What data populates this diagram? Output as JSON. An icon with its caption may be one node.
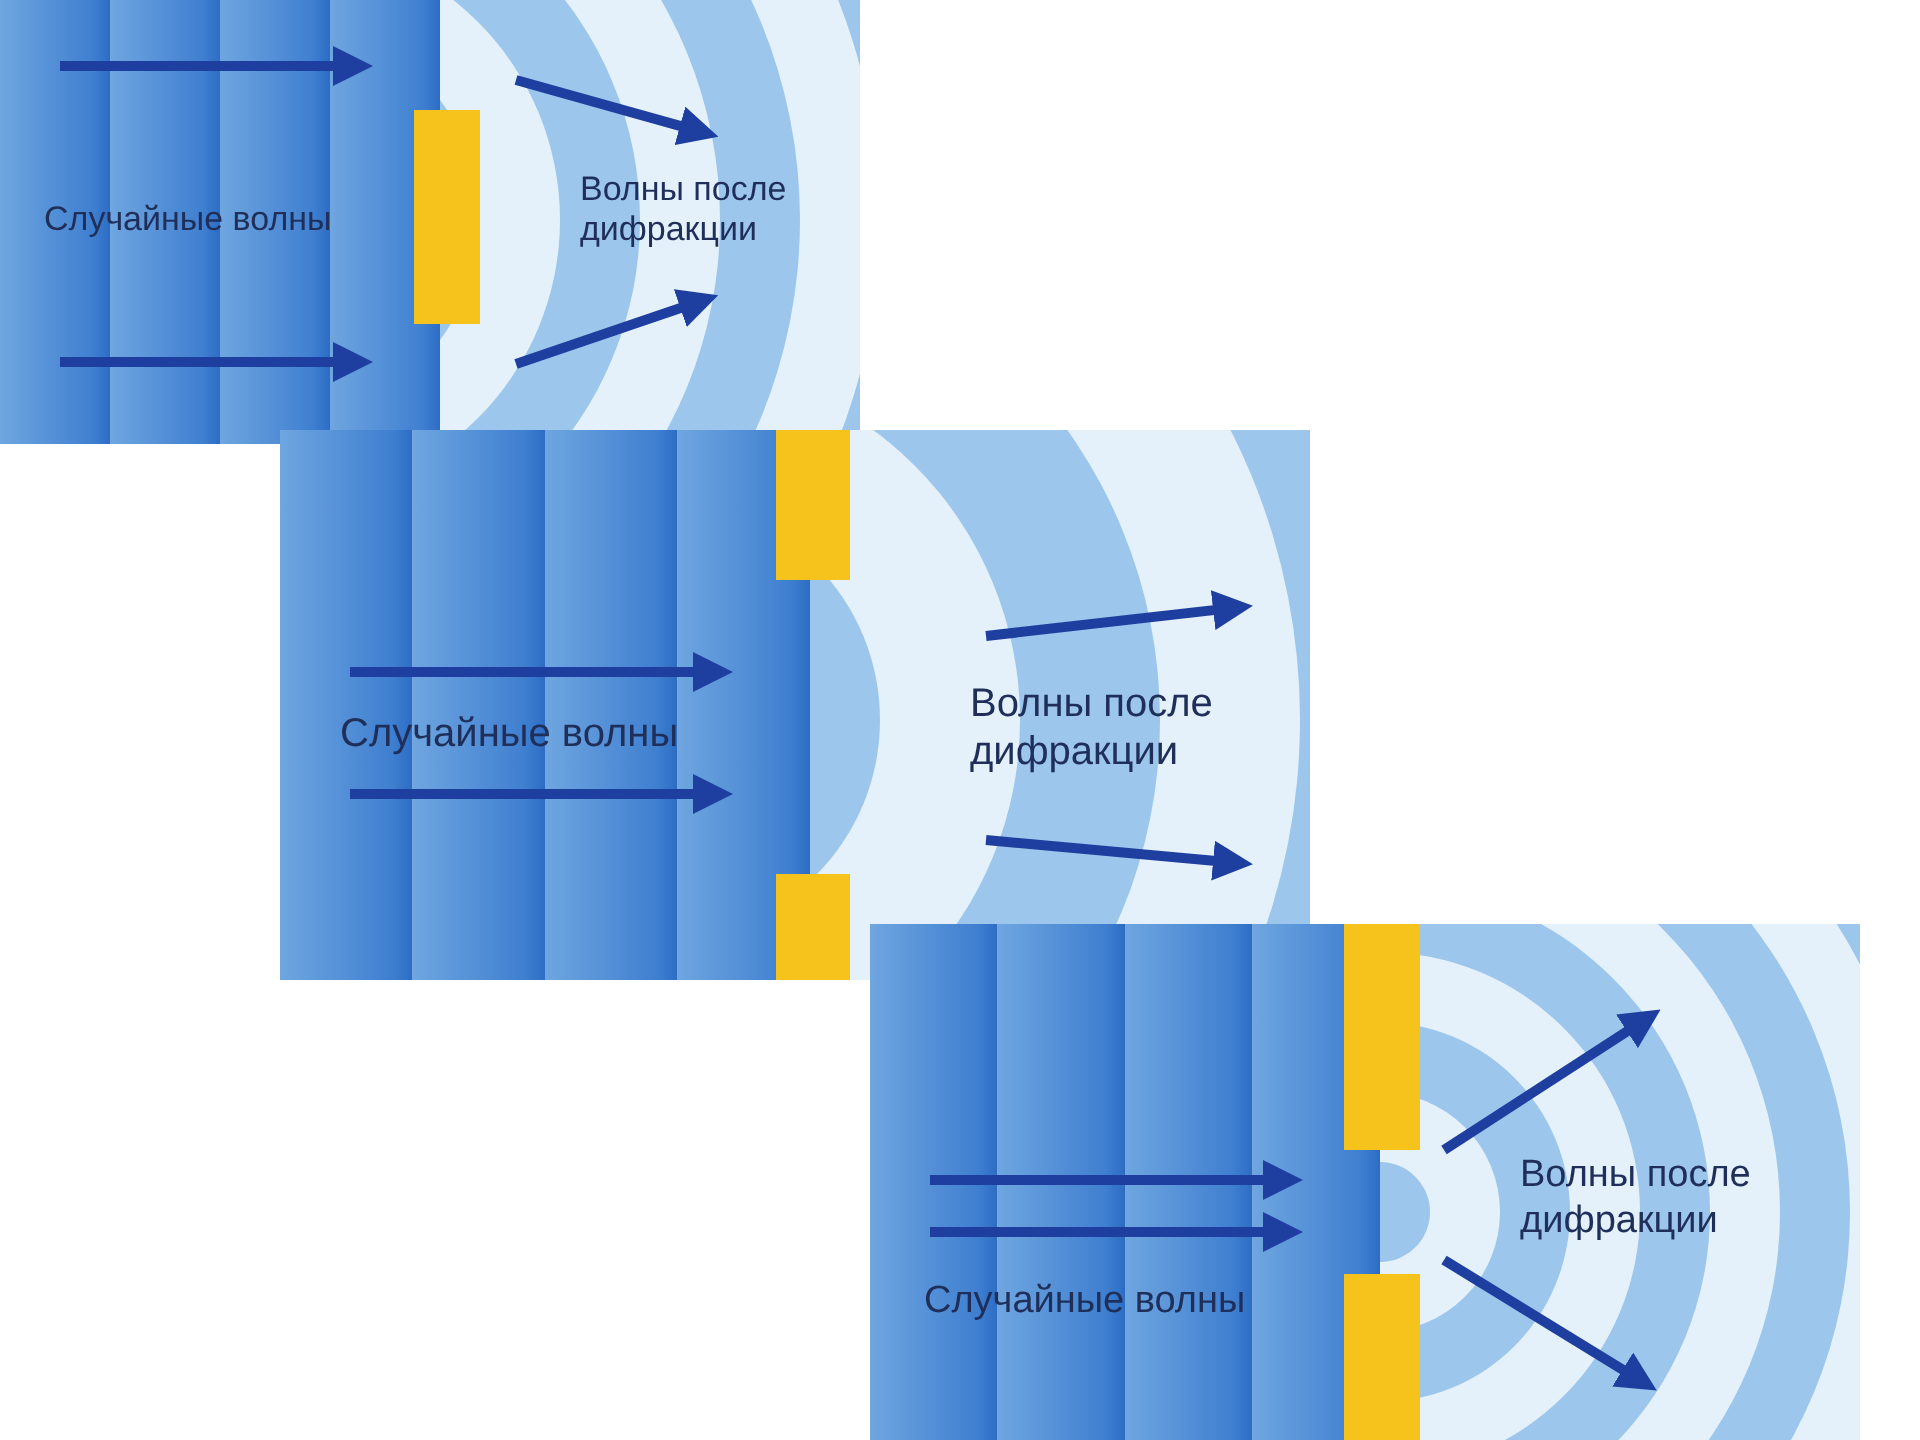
{
  "diagram": {
    "labels": [
      "Случайные волны",
      "Волны после дифракции",
      "Случайные волны",
      "Волны после дифракции",
      "Случайные волны",
      "Волны после дифракции"
    ]
  }
}
